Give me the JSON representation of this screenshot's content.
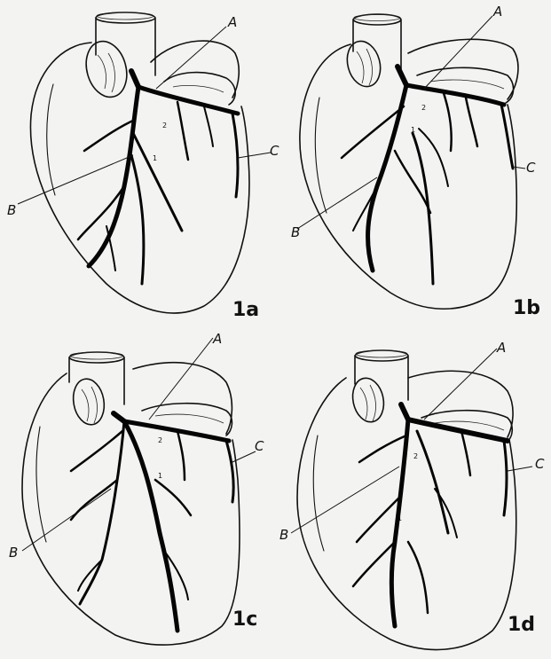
{
  "panels": [
    {
      "id": "1a",
      "figure_label": "1a",
      "label_a": "A",
      "label_b": "B",
      "label_c": "C",
      "marker_1": "1",
      "marker_2": "2"
    },
    {
      "id": "1b",
      "figure_label": "1b",
      "label_a": "A",
      "label_b": "B",
      "label_c": "C",
      "marker_1": "1",
      "marker_2": "2"
    },
    {
      "id": "1c",
      "figure_label": "1c",
      "label_a": "A",
      "label_b": "B",
      "label_c": "C",
      "marker_1": "1",
      "marker_2": "2"
    },
    {
      "id": "1d",
      "figure_label": "1d",
      "label_a": "A",
      "label_b": "B",
      "label_c": "C",
      "marker_1": "1",
      "marker_2": "2"
    }
  ],
  "colors": {
    "ink": "#111111",
    "paper": "#f3f3f2"
  }
}
